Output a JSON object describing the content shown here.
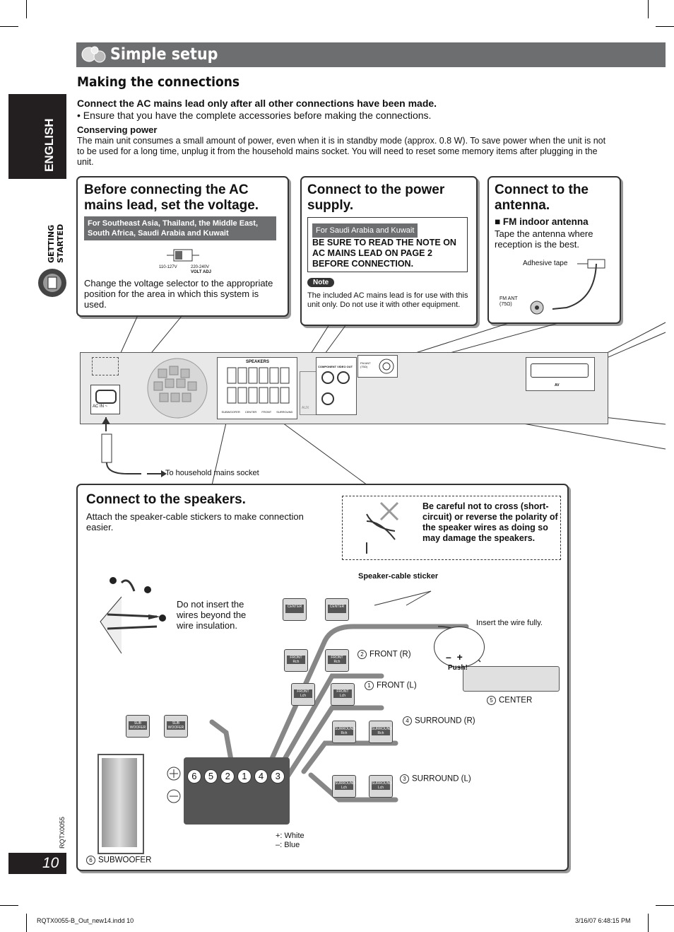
{
  "header": {
    "title": "Simple setup",
    "section": "Making the connections"
  },
  "sidebar": {
    "language": "ENGLISH",
    "chapter": "GETTING STARTED",
    "doc_code": "RQTX0055",
    "page_number": "10"
  },
  "intro": {
    "warning": "Connect the AC mains lead only after all other connections have been made.",
    "bullet": "• Ensure that you have the complete accessories before making the connections.",
    "conserve_title": "Conserving power",
    "conserve_text": "The main unit consumes a small amount of power, even when it is in standby mode (approx. 0.8 W). To save power when the unit is not to be used for a long time, unplug it from the household mains socket. You will need to reset some memory items after plugging in the unit."
  },
  "box_voltage": {
    "title": "Before connecting the AC mains lead, set the voltage.",
    "region": "For Southeast Asia, Thailand, the Middle East, South Africa, Saudi Arabia and Kuwait",
    "switch_left": "110-127V",
    "switch_right": "220-240V",
    "switch_caption": "VOLT ADJ",
    "text": "Change the voltage selector to the appropriate position for the area in which this system is used."
  },
  "box_power": {
    "title": "Connect to the power supply.",
    "region": "For Saudi Arabia and Kuwait",
    "notice": "BE SURE TO READ THE NOTE ON AC MAINS LEAD ON PAGE 2 BEFORE CONNECTION.",
    "note_label": "Note",
    "note_text": "The included AC mains lead is for use with this unit only. Do not use it with other equipment."
  },
  "box_antenna": {
    "title": "Connect to the antenna.",
    "subtitle": "■ FM indoor antenna",
    "text": "Tape the antenna where reception is the best.",
    "tape_label": "Adhesive tape",
    "fm_label": "FM ANT (75Ω)"
  },
  "rear_panel": {
    "speakers_label": "SPEAKERS",
    "component_label": "COMPONENT VIDEO OUT",
    "fm_label": "FM ANT (75Ω)",
    "ac_label": "AC IN ~",
    "av_label": "AV",
    "aux_label": "AUX",
    "terminal_labels": [
      "SUBWOOFER",
      "CENTER",
      "FRONT",
      "SURROUND"
    ]
  },
  "mains_caption": "To household mains socket",
  "box_speakers": {
    "title": "Connect to the speakers.",
    "text": "Attach the speaker-cable stickers to make connection easier.",
    "caution": "Be careful not to cross (short-circuit) or reverse the polarity of the speaker wires as doing so may damage the speakers.",
    "sticker_label": "Speaker-cable sticker",
    "insulation_note": "Do not insert the wires beyond the wire insulation.",
    "insert_note": "Insert the wire fully.",
    "push_label": "Push!",
    "labels": {
      "front_r": "FRONT (R)",
      "front_l": "FRONT (L)",
      "center": "CENTER",
      "surround_r": "SURROUND (R)",
      "surround_l": "SURROUND (L)",
      "subwoofer": "SUBWOOFER"
    },
    "circled": {
      "front_r": "2",
      "front_l": "1",
      "center": "5",
      "surround_r": "4",
      "surround_l": "3",
      "subwoofer": "6"
    },
    "terminal_order": [
      "6",
      "5",
      "2",
      "1",
      "4",
      "3"
    ],
    "polarity": "+: White\n–: Blue"
  },
  "footer": {
    "file": "RQTX0055-B_Out_new14.indd   10",
    "date": "3/16/07   6:48:15 PM"
  }
}
